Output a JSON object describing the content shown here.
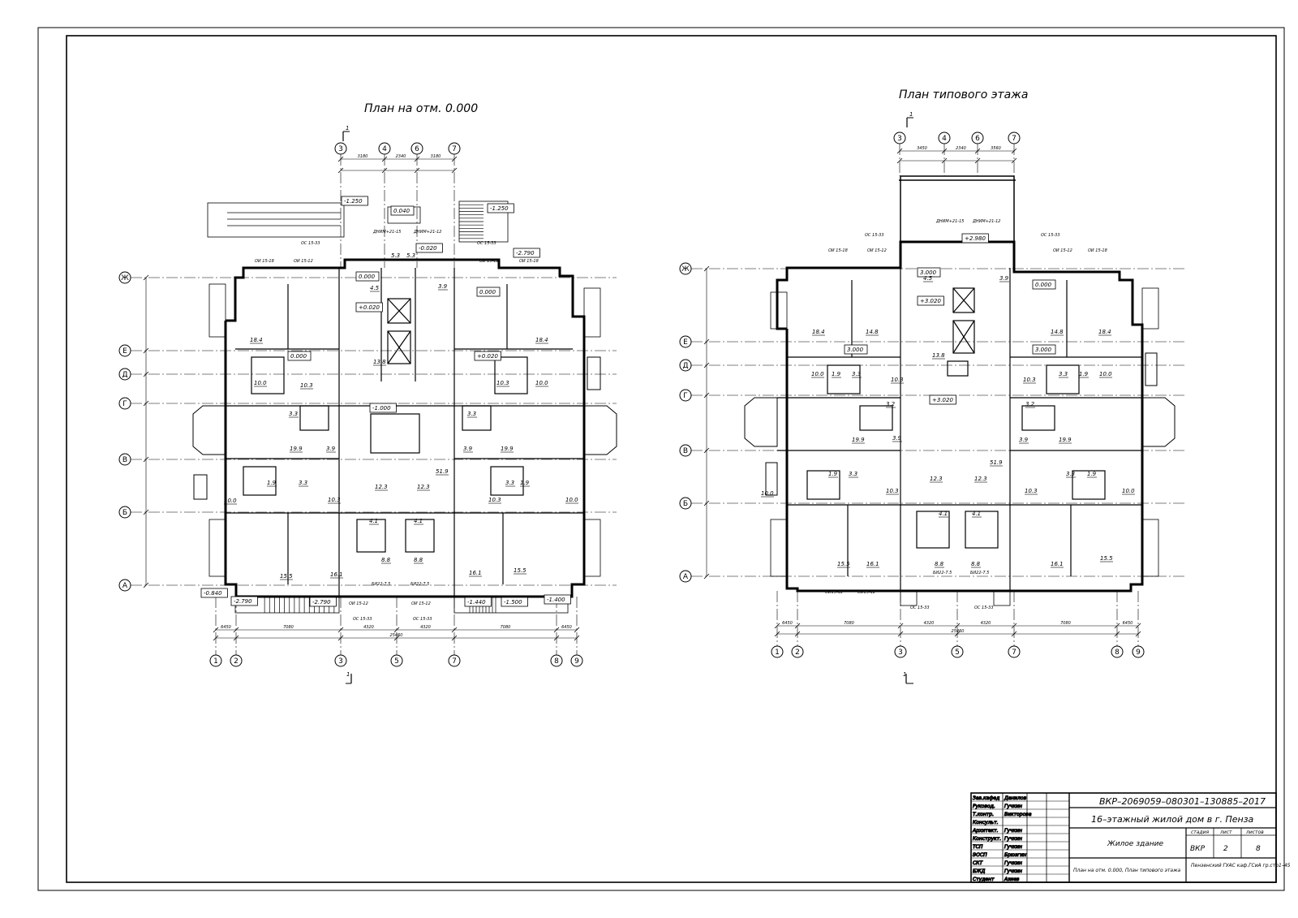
{
  "plan_left": {
    "title": "План на отм. 0.000",
    "axes_top": [
      "3",
      "4",
      "6",
      "7"
    ],
    "axes_bottom": [
      "1",
      "2",
      "3",
      "5",
      "7",
      "8",
      "9"
    ],
    "axes_left": [
      "Ж",
      "Е",
      "Д",
      "Г",
      "В",
      "Б",
      "А"
    ],
    "section_mark": "1",
    "levels": [
      "0.040",
      "-2.790",
      "-0.020",
      "0.000",
      "+0.020",
      "0.000",
      "0.000",
      "+0.020",
      "-1.000",
      "-0.840",
      "-2.790",
      "-2.790",
      "-1.440",
      "-1.500",
      "-1.400",
      "-1.250",
      "-1.250"
    ],
    "areas": [
      "18.4",
      "18.4",
      "10.0",
      "10.3",
      "10.3",
      "10.0",
      "3.3",
      "3.3",
      "3.9",
      "19.9",
      "19.9",
      "3.9",
      "1.9",
      "3.3",
      "3.3",
      "1.9",
      "10.0",
      "10.3",
      "10.3",
      "10.0",
      "13.8",
      "12.3",
      "12.3",
      "51.9",
      "4.1",
      "4.1",
      "15.5",
      "16.1",
      "16.1",
      "15.5",
      "8.8",
      "8.8",
      "5.3",
      "5.3",
      "4.5",
      "3.9"
    ],
    "marks": [
      "ОС 15-33",
      "ОС 15-33",
      "ОИ 15-18",
      "ОИ 15-12",
      "ОИ 15-12",
      "ОИ 15-18",
      "ДНИМ+21-15",
      "ДНИМ+21-12",
      "БИ22-7.5",
      "БИ22-7.5",
      "ОИ 15-12",
      "ОИ 15-12",
      "ОС 15-33",
      "ОС 15-33"
    ],
    "dims_top": [
      "3180",
      "2340",
      "3180"
    ],
    "dims_bottom": [
      "6450",
      "7080",
      "4320",
      "4320",
      "7080",
      "6450",
      "25460"
    ]
  },
  "plan_right": {
    "title": "План типового этажа",
    "axes_top": [
      "3",
      "4",
      "6",
      "7"
    ],
    "axes_bottom": [
      "1",
      "2",
      "3",
      "5",
      "7",
      "8",
      "9"
    ],
    "axes_left": [
      "Ж",
      "Е",
      "Д",
      "Г",
      "В",
      "Б",
      "А"
    ],
    "section_mark": "1",
    "levels": [
      "+2.980",
      "3.000",
      "+3.020",
      "0.000",
      "3.000",
      "3.000",
      "+3.020"
    ],
    "areas": [
      "18.4",
      "14.8",
      "14.8",
      "18.4",
      "10.0",
      "1.9",
      "3.3",
      "10.3",
      "10.3",
      "3.3",
      "1.9",
      "10.0",
      "3.2",
      "3.2",
      "3.9",
      "19.9",
      "19.9",
      "3.9",
      "1.9",
      "3.3",
      "3.3",
      "1.9",
      "10.0",
      "10.3",
      "12.3",
      "12.3",
      "10.3",
      "10.0",
      "51.9",
      "4.1",
      "4.1",
      "15.5",
      "16.1",
      "8.8",
      "8.8",
      "16.1",
      "15.5",
      "13.8",
      "4.5",
      "3.9"
    ],
    "marks": [
      "ОС 15-33",
      "ОС 15-33",
      "ОИ 15-18",
      "ОИ 15-12",
      "ОИ 15-12",
      "ОИ 15-18",
      "ДНИМ+21-15",
      "ДНИМ+21-12",
      "БИ22-7.5",
      "БИ22-7.5",
      "ОИ15-12",
      "ОИ15-12",
      "ОС 15-33",
      "ОС 15-33"
    ],
    "dims_top": [
      "3450",
      "2340",
      "3560"
    ],
    "dims_bottom": [
      "6450",
      "7080",
      "4320",
      "4320",
      "7080",
      "6450",
      "25460"
    ]
  },
  "stamp": {
    "code": "ВКР–2069059–080301–130885–2017",
    "project": "16–этажный жилой дом в г. Пенза",
    "building": "Жилое здание",
    "sheet_name": "План на отм. 0.000, План типового этажа",
    "org": "Пензенский ГУАС каф.ГСиА гр.стр1–45",
    "stage_label": "стадия",
    "sheet_label": "лист",
    "sheets_label": "листов",
    "stage": "ВКР",
    "sheet": "2",
    "sheets": "8",
    "roles": [
      {
        "role": "Зав.кафед",
        "name": "Данилов"
      },
      {
        "role": "Руковод.",
        "name": "Гучкин"
      },
      {
        "role": "Т.контр.",
        "name": "Викторова"
      },
      {
        "role": "Консульт.",
        "name": ""
      },
      {
        "role": "Архитект.",
        "name": "Гучкин"
      },
      {
        "role": "Конструкт.",
        "name": "Гучкин"
      },
      {
        "role": "ТСП",
        "name": "Гучкин"
      },
      {
        "role": "ЭОСП",
        "name": "Брюзгин"
      },
      {
        "role": "СКТ",
        "name": "Гучкин"
      },
      {
        "role": "БЖД",
        "name": "Гучкин"
      },
      {
        "role": "Студент",
        "name": "Азиев"
      }
    ]
  }
}
